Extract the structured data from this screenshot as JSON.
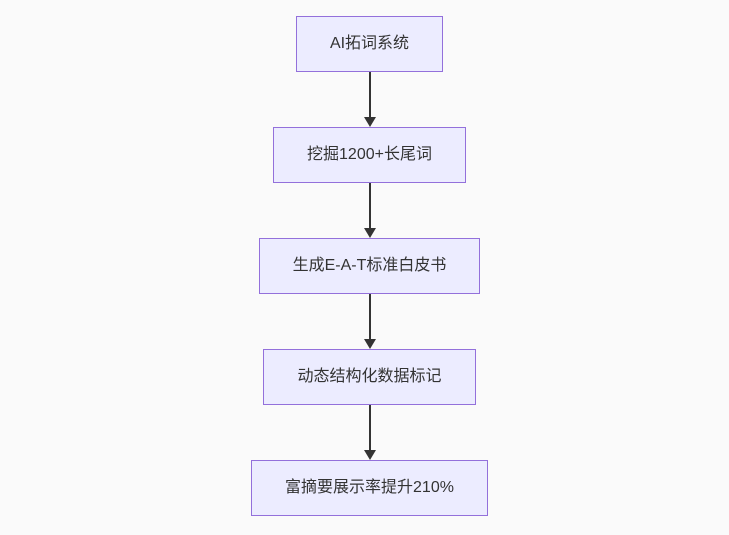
{
  "diagram": {
    "type": "flowchart",
    "direction": "top-down",
    "nodes": [
      {
        "id": "A",
        "label": "AI拓词系统"
      },
      {
        "id": "B",
        "label": "挖掘1200+长尾词"
      },
      {
        "id": "C",
        "label": "生成E-A-T标准白皮书"
      },
      {
        "id": "D",
        "label": "动态结构化数据标记"
      },
      {
        "id": "E",
        "label": "富摘要展示率提升210%"
      }
    ],
    "edges": [
      {
        "from": "A",
        "to": "B"
      },
      {
        "from": "B",
        "to": "C"
      },
      {
        "from": "C",
        "to": "D"
      },
      {
        "from": "D",
        "to": "E"
      }
    ],
    "colors": {
      "node_fill": "#ECECFF",
      "node_border": "#9370DB",
      "text": "#333333",
      "arrow": "#333333",
      "background": "#fafafa"
    }
  }
}
